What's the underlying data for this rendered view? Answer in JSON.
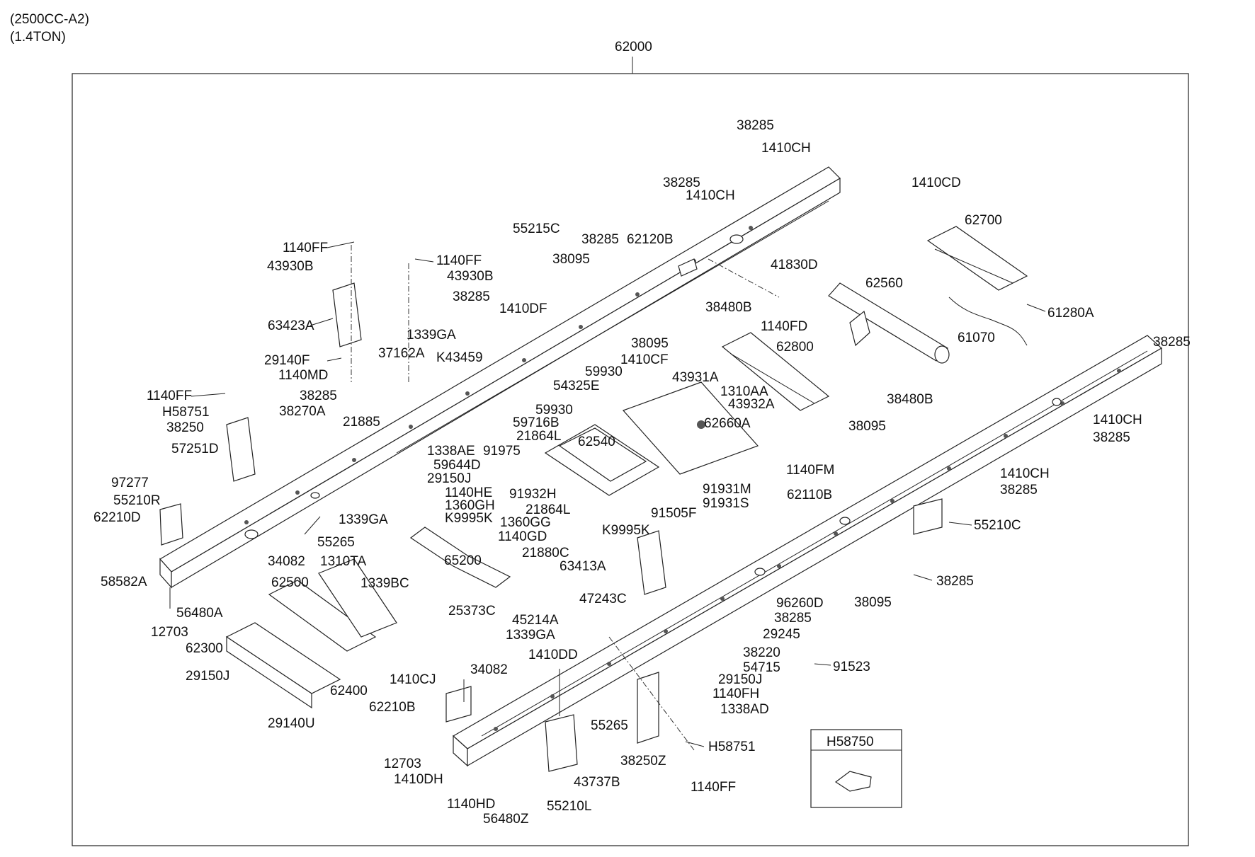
{
  "header": {
    "model": "(2500CC-A2)",
    "capacity": "(1.4TON)"
  },
  "assembly": {
    "number": "62000"
  },
  "inset": {
    "label": "H58750"
  },
  "labels": {
    "l01": "38285",
    "l02": "1410CH",
    "l03": "38285",
    "l04": "1410CH",
    "l05": "1410CD",
    "l06": "62700",
    "l07": "55215C",
    "l08": "38285",
    "l09": "62120B",
    "l10": "1140FF",
    "l11": "43930B",
    "l12": "1140FF",
    "l13": "43930B",
    "l14": "38095",
    "l15": "41830D",
    "l16": "62560",
    "l17": "61280A",
    "l18": "63423A",
    "l19": "38285",
    "l20": "1410DF",
    "l21": "38480B",
    "l22": "1140FD",
    "l23": "61070",
    "l24": "1339GA",
    "l25": "37162A",
    "l26": "K43459",
    "l27": "38095",
    "l28": "1410CF",
    "l29": "62800",
    "l30": "38285",
    "l31": "29140F",
    "l32": "59930",
    "l33": "1140MD",
    "l34": "54325E",
    "l35": "43931A",
    "l36": "1310AA",
    "l37": "1140FF",
    "l38": "38285",
    "l39": "43932A",
    "l40": "38480B",
    "l41": "H58751",
    "l42": "38270A",
    "l43": "59930",
    "l44": "38250",
    "l45": "21885",
    "l46": "59716B",
    "l47": "62660A",
    "l48": "1410CH",
    "l49": "38095",
    "l50": "38285",
    "l51": "62540",
    "l52": "21864L",
    "l53": "57251D",
    "l54": "1338AE",
    "l55": "91975",
    "l56": "59644D",
    "l57": "1140FM",
    "l58": "1410CH",
    "l59": "97277",
    "l60": "29150J",
    "l61": "38285",
    "l62": "55210R",
    "l63": "1140HE",
    "l64": "91932H",
    "l65": "91931M",
    "l66": "62110B",
    "l67": "1360GH",
    "l68": "91931S",
    "l69": "62210D",
    "l70": "K9995K",
    "l71": "21864L",
    "l72": "1339GA",
    "l73": "1360GG",
    "l74": "91505F",
    "l75": "K9995K",
    "l76": "55210C",
    "l77": "55265",
    "l78": "1140GD",
    "l79": "34082",
    "l80": "1310TA",
    "l81": "65200",
    "l82": "21880C",
    "l83": "58582A",
    "l84": "63413A",
    "l85": "62500",
    "l86": "1339BC",
    "l87": "38285",
    "l88": "56480A",
    "l89": "47243C",
    "l90": "38095",
    "l91": "25373C",
    "l92": "96260D",
    "l93": "12703",
    "l94": "45214A",
    "l95": "38285",
    "l96": "62300",
    "l97": "29245",
    "l98": "1339GA",
    "l99": "1410DD",
    "l100": "38220",
    "l101": "54715",
    "l102": "91523",
    "l103": "29150J",
    "l104": "34082",
    "l105": "1410CJ",
    "l106": "62400",
    "l107": "29150J",
    "l108": "1140FH",
    "l109": "62210B",
    "l110": "29140U",
    "l111": "1338AD",
    "l112": "55265",
    "l113": "H58751",
    "l114": "38250Z",
    "l115": "12703",
    "l116": "1410DH",
    "l117": "43737B",
    "l118": "1140FF",
    "l119": "1140HD",
    "l120": "55210L",
    "l121": "56480Z"
  }
}
